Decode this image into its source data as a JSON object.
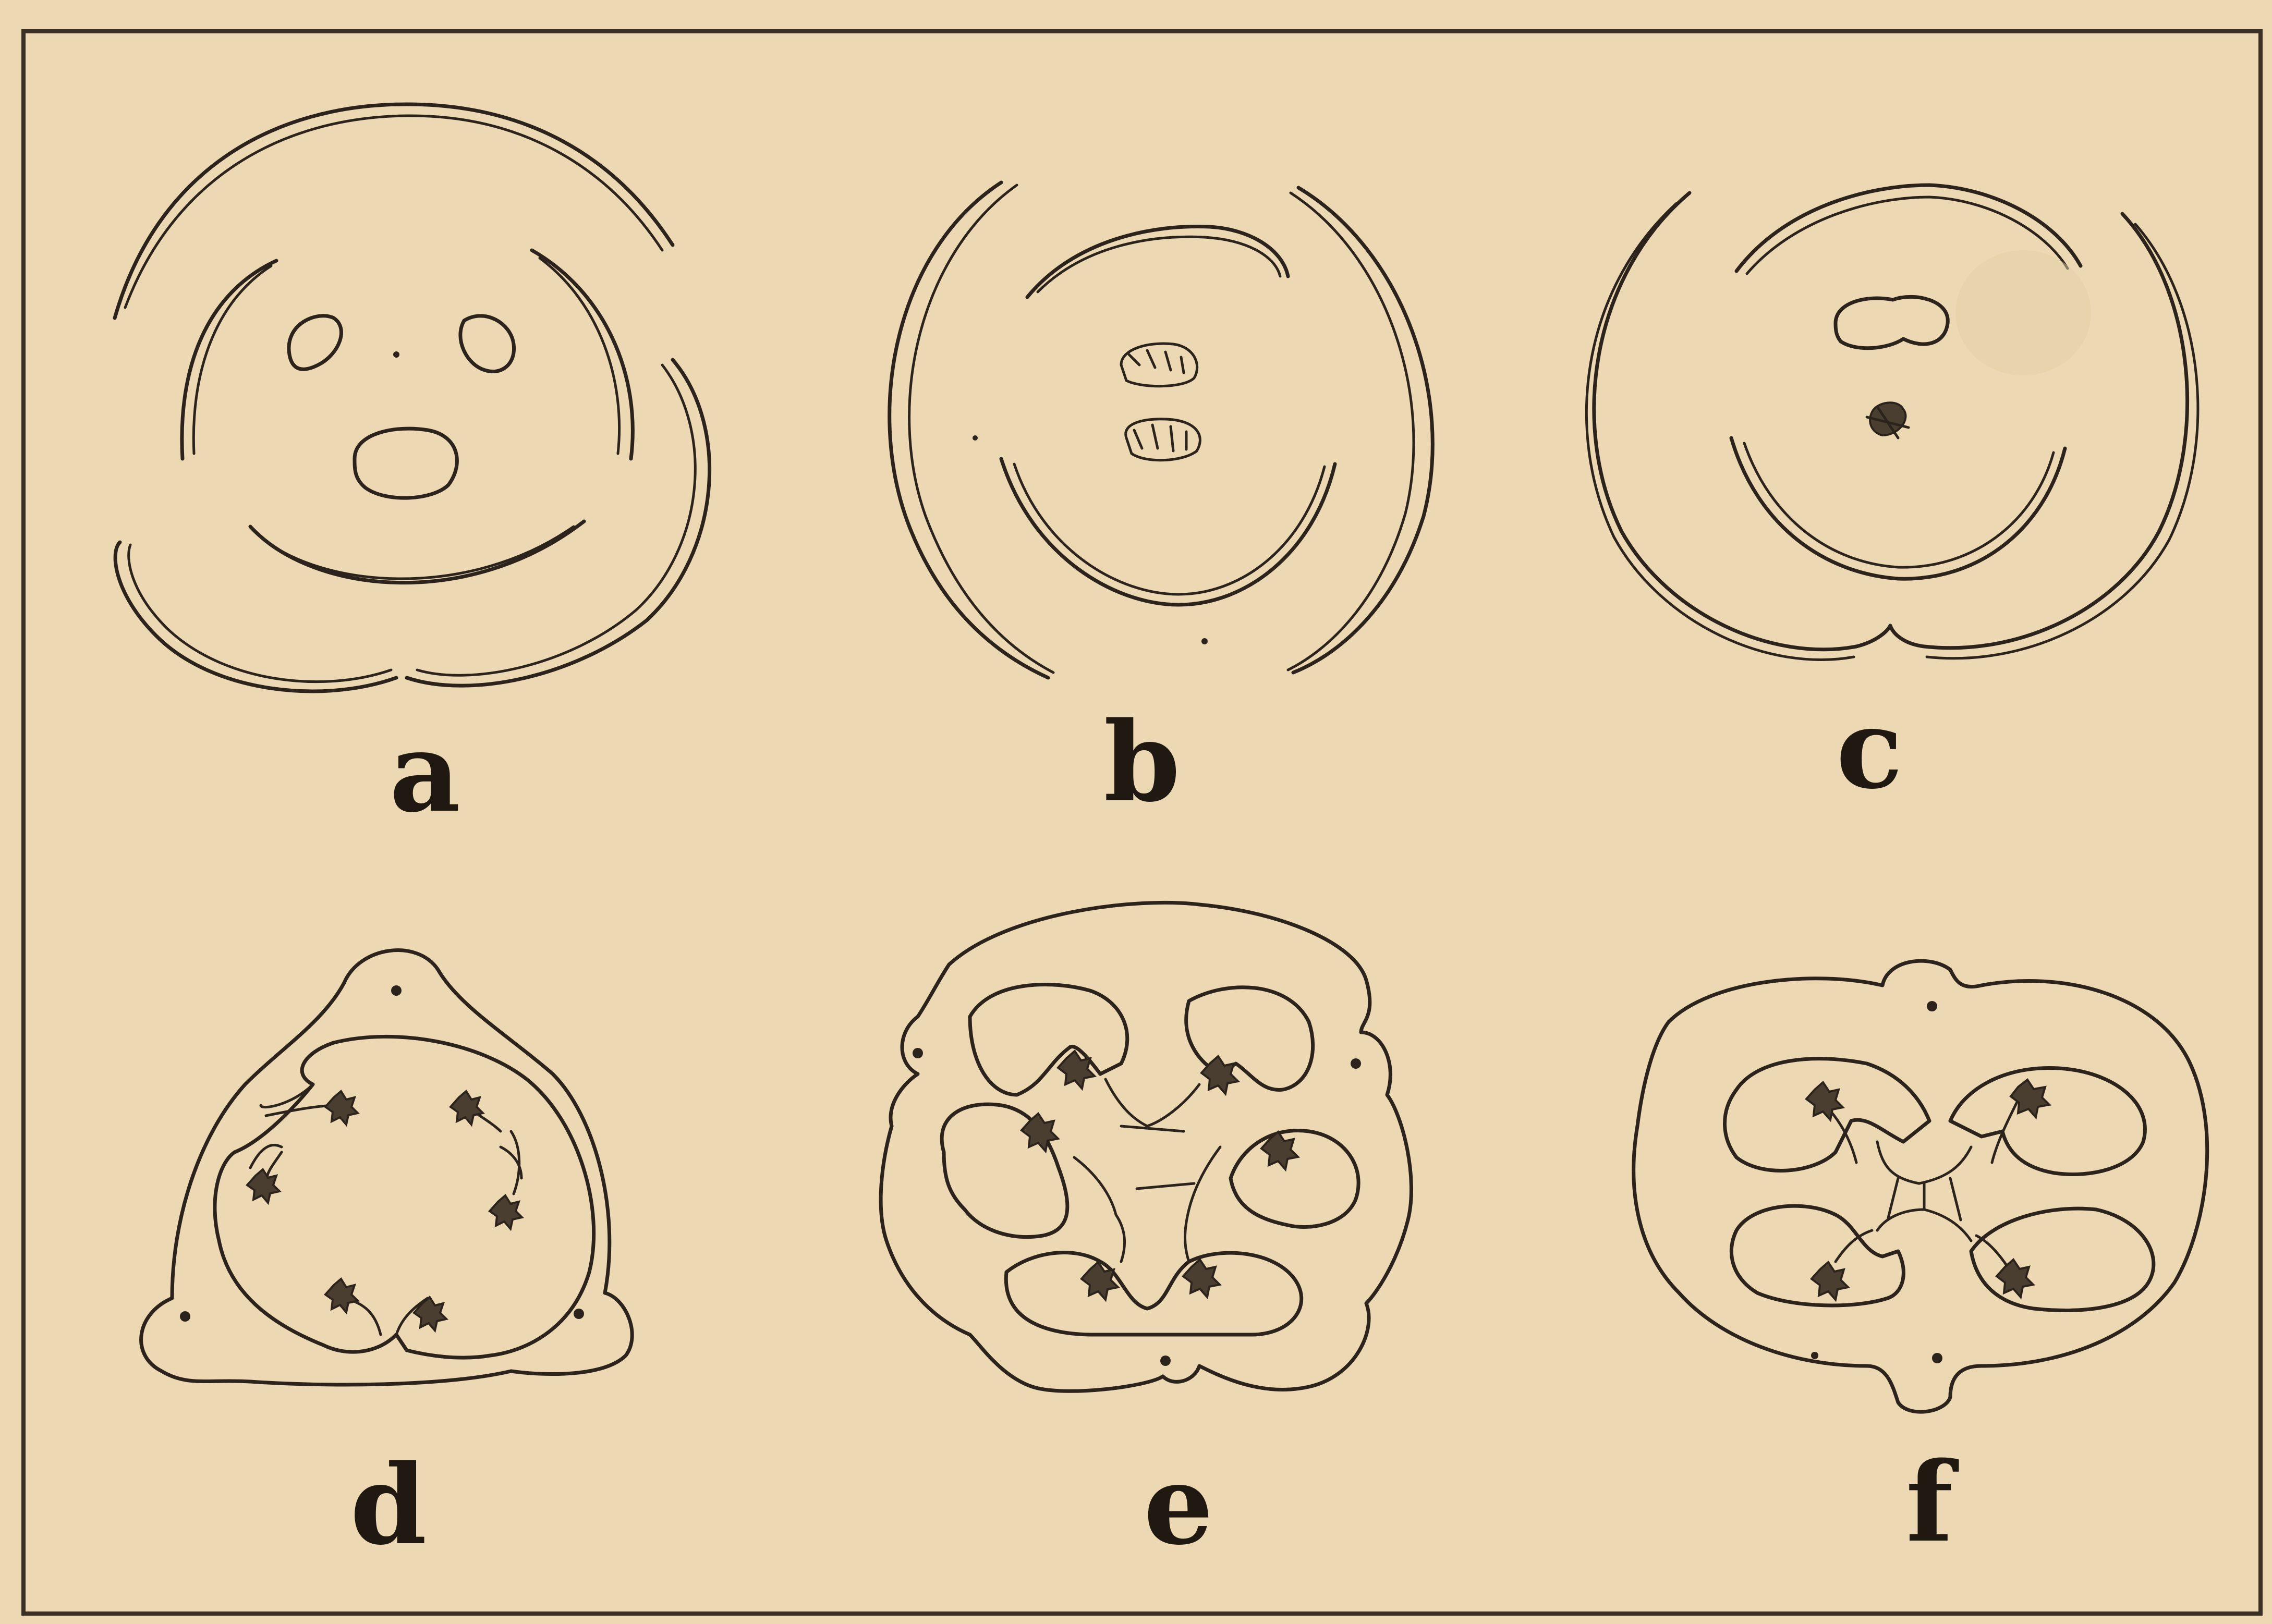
{
  "figure": {
    "panels": [
      {
        "id": "a",
        "label": "a"
      },
      {
        "id": "b",
        "label": "b"
      },
      {
        "id": "c",
        "label": "c"
      },
      {
        "id": "d",
        "label": "d"
      },
      {
        "id": "e",
        "label": "e"
      },
      {
        "id": "f",
        "label": "f"
      }
    ]
  },
  "colors": {
    "paper": "#ecd9b3",
    "ink": "#2c241c"
  }
}
